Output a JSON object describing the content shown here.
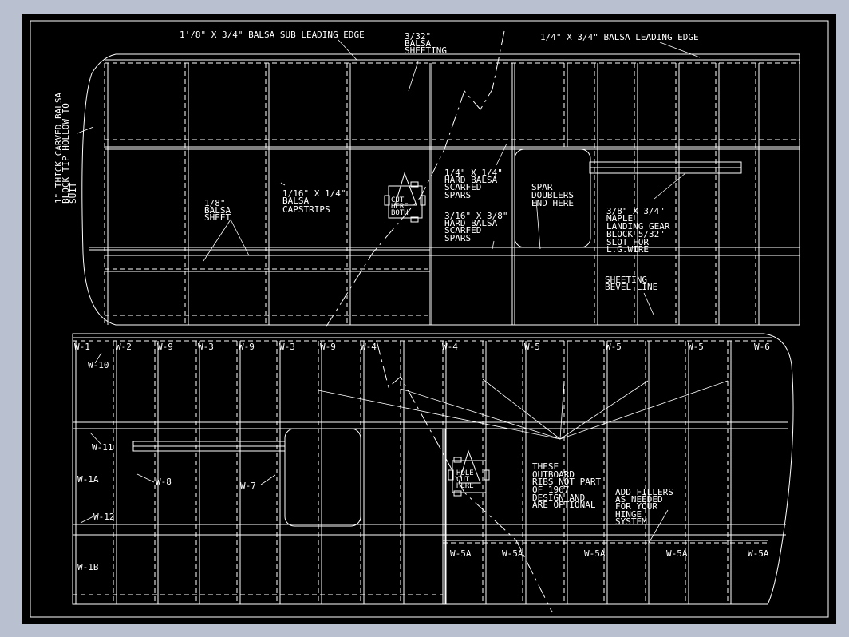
{
  "top_panel": {
    "labels": {
      "sub_leading_edge": "1'/8\" X 3/4\" BALSA SUB LEADING EDGE",
      "sheeting_1": "3/32\"",
      "sheeting_2": "BALSA",
      "sheeting_3": "SHEETING",
      "leading_edge": "1/4\" X 3/4\" BALSA LEADING EDGE",
      "tip_1": "1\" THICK CARVED BALSA",
      "tip_2": "BLOCK TIP HOLLOW TO",
      "tip_3": "SUIT",
      "sheet_1": "1/8\"",
      "sheet_2": "BALSA",
      "sheet_3": "SHEET",
      "capstrips_1": "1/16\" X 1/4\"",
      "capstrips_2": "BALSA",
      "capstrips_3": "CAPSTRIPS",
      "hard_spar_1a": "1/4\" X 1/4\"",
      "hard_spar_1b": "HARD BALSA",
      "hard_spar_1c": "SCARFED",
      "hard_spar_1d": "SPARS",
      "hard_spar_2a": "3/16\" X 3/8\"",
      "hard_spar_2b": "HARD BALSA",
      "hard_spar_2c": "SCARFED",
      "hard_spar_2d": "SPARS",
      "doublers_1": "SPAR",
      "doublers_2": "DOUBLERS",
      "doublers_3": "END HERE",
      "gear_1": "3/8\" X 3/4\"",
      "gear_2": "MAPLE",
      "gear_3": "LANDING GEAR",
      "gear_4": "BLOCK 5/32\"",
      "gear_5": "SLOT FOR",
      "gear_6": "L.G.WIRE",
      "bevel_1": "SHEETING",
      "bevel_2": "BEVEL LINE",
      "servo_1": "CUT",
      "servo_2": "HERE",
      "servo_3": "BOTH"
    }
  },
  "bottom_panel": {
    "ribs_top": [
      "W-1",
      "W-2",
      "W-9",
      "W-3",
      "W-9",
      "W-3",
      "W-9",
      "W-4",
      "W-4",
      "W-5",
      "W-5",
      "W-5",
      "W-6"
    ],
    "ribs_side": {
      "w10": "W-10",
      "w11": "W-11",
      "w1a": "W-1A",
      "w12": "W-12",
      "w1b": "W-1B",
      "w8": "W-8",
      "w7": "W-7"
    },
    "ribs_bottom": [
      "W-5A",
      "W-5A",
      "W-5A",
      "W-5A",
      "W-5A"
    ],
    "outboard_1": "THESE",
    "outboard_2": "OUTBOARD",
    "outboard_3": "RIBS NOT PART",
    "outboard_4": "OF 1967",
    "outboard_5": "DESIGN AND",
    "outboard_6": "ARE OPTIONAL",
    "fillers_1": "ADD FILLERS",
    "fillers_2": "AS NEEDED",
    "fillers_3": "FOR YOUR",
    "fillers_4": "HINGE",
    "fillers_5": "SYSTEM",
    "servo_1": "HOLE",
    "servo_2": "CUT",
    "servo_3": "HERE"
  },
  "colors": {
    "canvas": "#000000",
    "lines": "#ffffff",
    "frame": "#b9c0cf"
  }
}
